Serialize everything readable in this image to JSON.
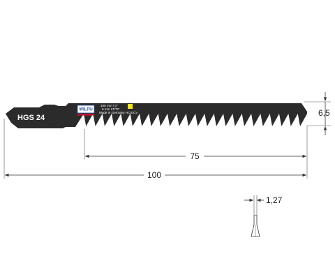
{
  "blade": {
    "model": "HGS 24",
    "brand": "WILPU",
    "length_label": "100 mm / 4\"",
    "tpi_label": "6 mm 2T/TP",
    "origin": "Made in Germany",
    "material": "HCS/CV",
    "badge_color": "#f2e51d",
    "blade_color": "#2b2b2b"
  },
  "dimensions": {
    "overall_length": "100",
    "cutting_length": "75",
    "blade_height": "6,5",
    "thickness": "1,27"
  }
}
